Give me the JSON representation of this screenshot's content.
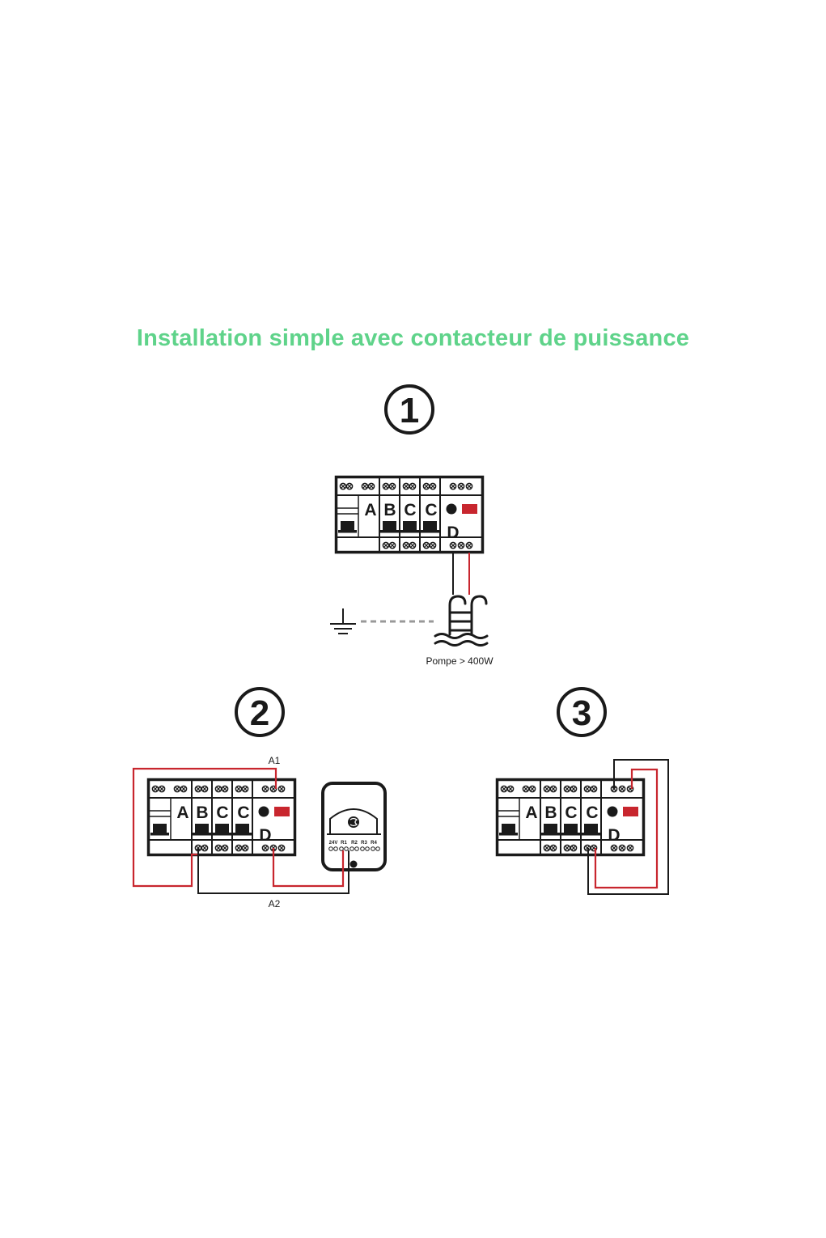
{
  "title": "Installation simple avec contacteur de puissance",
  "colors": {
    "title": "#5fd38a",
    "wire": "#c8262e",
    "ink": "#1a1a1a",
    "ground_dash": "#999999"
  },
  "steps": [
    {
      "number": "1",
      "pump_label": "Pompe > 400W"
    },
    {
      "number": "2",
      "wire_top_label": "A1",
      "wire_bottom_label": "A2",
      "controller_terminals": [
        "24V",
        "R1",
        "R2",
        "R3",
        "R4"
      ]
    },
    {
      "number": "3"
    }
  ],
  "panel": {
    "labels": [
      "A",
      "B",
      "C",
      "C",
      "D"
    ]
  },
  "icons": [
    "ground-icon",
    "pool-ladder-icon",
    "controller-logo-icon"
  ]
}
